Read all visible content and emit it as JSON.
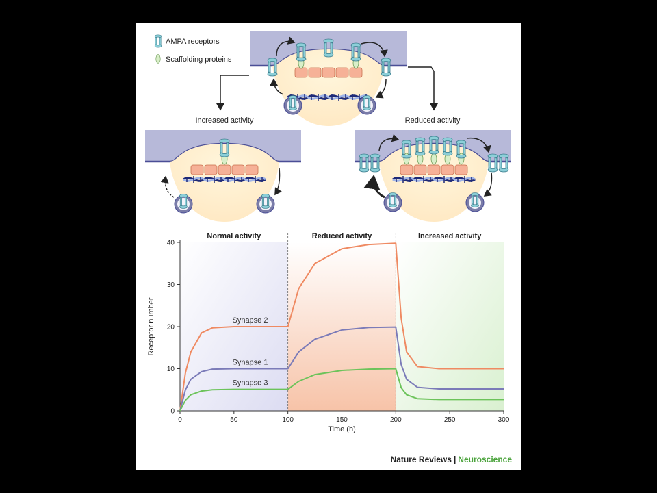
{
  "legend": [
    {
      "label": "AMPA receptors",
      "icon": "ampa-receptor-icon"
    },
    {
      "label": "Scaffolding proteins",
      "icon": "scaffolding-protein-icon"
    }
  ],
  "states": {
    "left": "Increased activity",
    "right": "Reduced activity"
  },
  "colors": {
    "membrane": "#b7b9d9",
    "membrane_edge": "#4a4e96",
    "receptor": "#8ccfd8",
    "receptor_edge": "#3a7c8c",
    "scaffold": "#d9efc9",
    "psd_box": "#f6b197",
    "dna_dark": "#1e2a78",
    "dna_light": "#9fb4e8",
    "vesicle": "#7a7ca8",
    "series_synapse2": "#ef8a62",
    "series_synapse1": "#7b7bb8",
    "series_synapse3": "#6cc35a",
    "brand_accent": "#4aa33b"
  },
  "chart_data": {
    "type": "line",
    "phases": [
      "Normal activity",
      "Reduced activity",
      "Increased activity"
    ],
    "xlabel": "Time (h)",
    "ylabel": "Receptor number",
    "xlim": [
      0,
      300
    ],
    "ylim": [
      0,
      40
    ],
    "xticks": [
      0,
      50,
      100,
      150,
      200,
      250,
      300
    ],
    "yticks": [
      0,
      10,
      20,
      30,
      40
    ],
    "phase_boundaries": [
      100,
      200
    ],
    "series": [
      {
        "name": "Synapse 2",
        "color": "#ef8a62",
        "x": [
          0,
          5,
          10,
          20,
          30,
          50,
          75,
          100,
          100,
          110,
          125,
          150,
          175,
          200,
          200,
          205,
          210,
          220,
          240,
          300
        ],
        "y": [
          0,
          9,
          14,
          18.5,
          19.7,
          20,
          20,
          20,
          20,
          29,
          35,
          38.5,
          39.5,
          39.8,
          39.8,
          22,
          14,
          10.5,
          10,
          10
        ]
      },
      {
        "name": "Synapse 1",
        "color": "#7b7bb8",
        "x": [
          0,
          5,
          10,
          20,
          30,
          50,
          75,
          100,
          100,
          110,
          125,
          150,
          175,
          200,
          200,
          205,
          210,
          220,
          240,
          300
        ],
        "y": [
          0,
          5,
          7.5,
          9.3,
          9.9,
          10,
          10,
          10,
          10,
          14,
          17,
          19.2,
          19.8,
          19.9,
          19.9,
          11,
          7.5,
          5.6,
          5.2,
          5.2
        ]
      },
      {
        "name": "Synapse 3",
        "color": "#6cc35a",
        "x": [
          0,
          5,
          10,
          20,
          30,
          50,
          75,
          100,
          100,
          110,
          125,
          150,
          175,
          200,
          200,
          205,
          210,
          220,
          240,
          300
        ],
        "y": [
          0,
          2.5,
          3.8,
          4.7,
          5,
          5.1,
          5.1,
          5.1,
          5.1,
          7,
          8.6,
          9.6,
          9.9,
          10,
          10,
          5.5,
          3.8,
          2.9,
          2.7,
          2.7
        ]
      }
    ]
  },
  "footer": {
    "journal": "Nature Reviews",
    "separator": "|",
    "subject": "Neuroscience"
  }
}
